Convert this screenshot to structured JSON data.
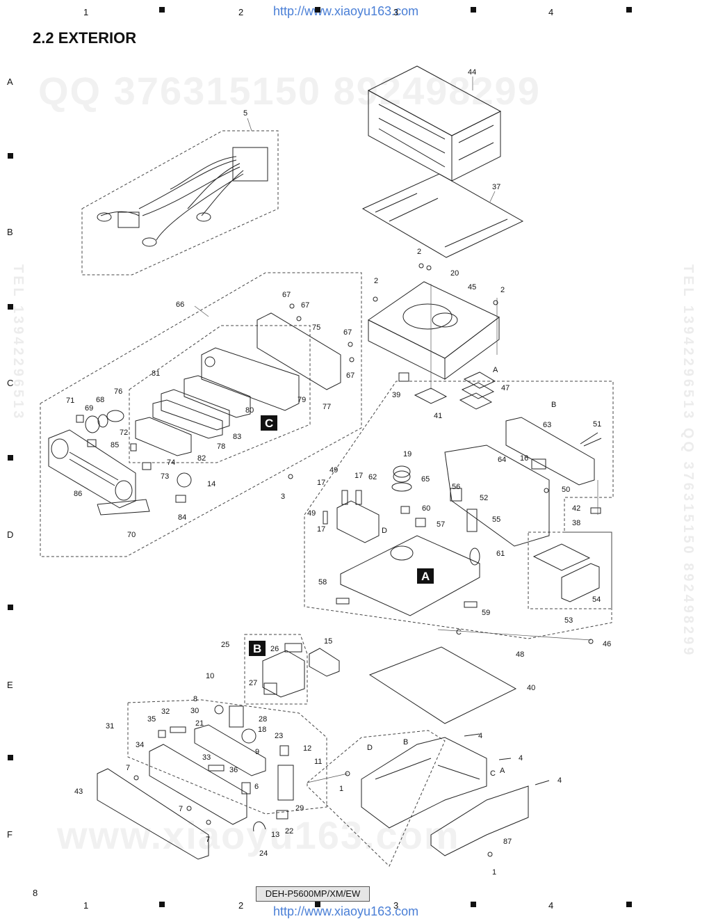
{
  "header": {
    "section_title": "2.2  EXTERIOR",
    "url": "http://www.xiaoyu163.com",
    "columns": [
      "1",
      "2",
      "3",
      "4"
    ],
    "rows": [
      "A",
      "B",
      "C",
      "D",
      "E",
      "F"
    ]
  },
  "footer": {
    "page_number": "8",
    "model": "DEH-P5600MP/XM/EW",
    "url": "http://www.xiaoyu163.com",
    "columns": [
      "1",
      "2",
      "3",
      "4"
    ]
  },
  "watermarks": {
    "qq_top": "QQ 376315150    892498299",
    "website": "www.xiaoyu163.com",
    "left_vertical": "TEL 13942296513",
    "right_vertical": "TEL 13942296513  QQ 376315150  892498299"
  },
  "diagram": {
    "box_labels": [
      "A",
      "B",
      "C"
    ],
    "direction_labels": [
      "A",
      "B",
      "C",
      "D"
    ],
    "callouts": [
      "1",
      "2",
      "3",
      "4",
      "5",
      "6",
      "7",
      "8",
      "9",
      "10",
      "11",
      "12",
      "13",
      "14",
      "15",
      "16",
      "17",
      "18",
      "19",
      "20",
      "21",
      "22",
      "23",
      "24",
      "25",
      "26",
      "27",
      "28",
      "29",
      "30",
      "31",
      "32",
      "33",
      "34",
      "35",
      "36",
      "37",
      "38",
      "39",
      "40",
      "41",
      "42",
      "43",
      "44",
      "45",
      "46",
      "47",
      "48",
      "49",
      "50",
      "51",
      "52",
      "53",
      "54",
      "55",
      "56",
      "57",
      "58",
      "59",
      "60",
      "61",
      "62",
      "63",
      "64",
      "65",
      "66",
      "67",
      "68",
      "69",
      "70",
      "71",
      "72",
      "73",
      "74",
      "75",
      "76",
      "77",
      "78",
      "79",
      "80",
      "81",
      "82",
      "83",
      "84",
      "85",
      "86",
      "87"
    ]
  }
}
